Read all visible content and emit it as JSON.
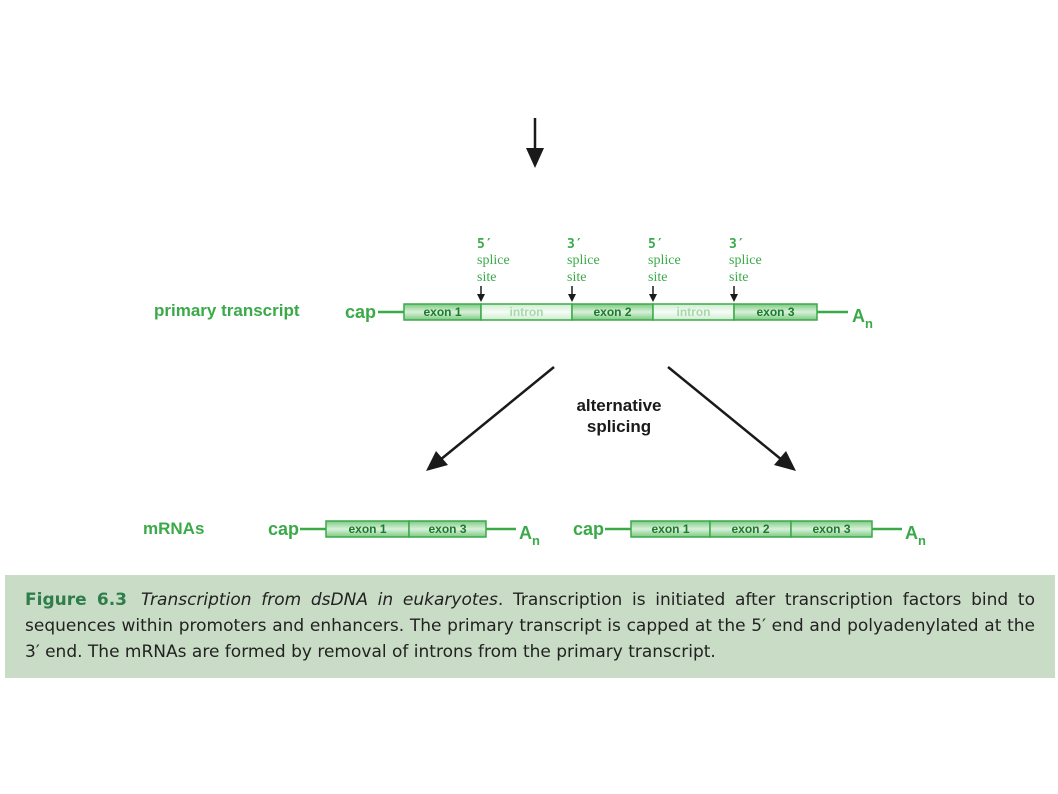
{
  "diagram": {
    "primary": {
      "label": "primary transcript",
      "cap": "cap",
      "tail_main": "A",
      "tail_sub": "n",
      "segments": [
        {
          "type": "exon",
          "label": "exon 1"
        },
        {
          "type": "intron",
          "label": "intron"
        },
        {
          "type": "exon",
          "label": "exon 2"
        },
        {
          "type": "intron",
          "label": "intron"
        },
        {
          "type": "exon",
          "label": "exon 3"
        }
      ],
      "splice_sites": [
        {
          "prime": "5′",
          "line1": "splice",
          "line2": "site"
        },
        {
          "prime": "3′",
          "line1": "splice",
          "line2": "site"
        },
        {
          "prime": "5′",
          "line1": "splice",
          "line2": "site"
        },
        {
          "prime": "3′",
          "line1": "splice",
          "line2": "site"
        }
      ]
    },
    "process": {
      "line1": "alternative",
      "line2": "splicing"
    },
    "mrnas": {
      "label": "mRNAs",
      "left": {
        "cap": "cap",
        "tail_main": "A",
        "tail_sub": "n",
        "exons": [
          "exon 1",
          "exon 3"
        ]
      },
      "right": {
        "cap": "cap",
        "tail_main": "A",
        "tail_sub": "n",
        "exons": [
          "exon 1",
          "exon 2",
          "exon 3"
        ]
      }
    },
    "colors": {
      "green": "#3aaa49",
      "exon_fill": "#8fd194",
      "intron_fill": "#e4f4e5",
      "dark": "#1a1a1a"
    }
  },
  "caption": {
    "figure_number": "Figure 6.3",
    "title": "Transcription from dsDNA in eukaryotes",
    "body": ". Transcription is initiated after transcription factors bind to sequences within promoters and enhancers. The primary transcript is capped at the 5′ end and polyadenylated at the 3′ end. The mRNAs are formed by removal of introns from the primary transcript."
  }
}
